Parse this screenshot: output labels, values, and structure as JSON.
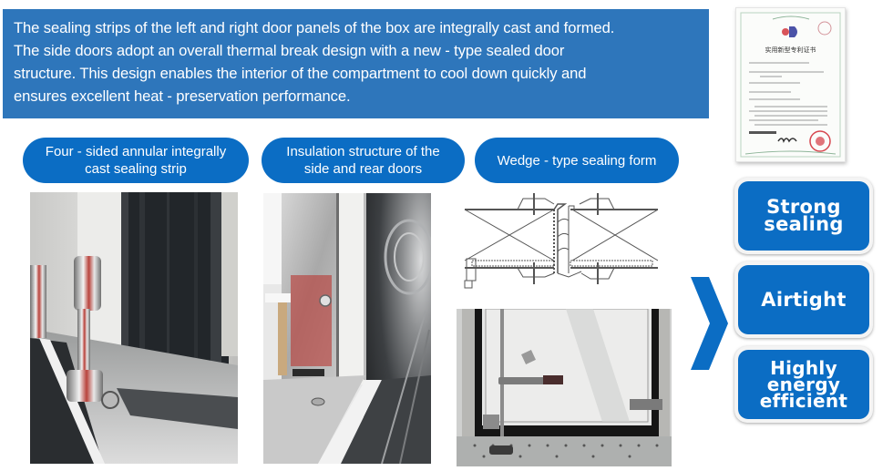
{
  "description": {
    "text": "The sealing strips of the left and right door panels of the box are integrally cast and formed. The side doors adopt an overall thermal break design with a new - type sealed door structure. This design enables the interior of the compartment to cool down quickly and ensures excellent heat - preservation performance.",
    "lines": [
      "The sealing strips of the left and right door panels of the box are integrally cast and formed.",
      "The side doors adopt an overall thermal break design with a new - type sealed door",
      "structure. This design enables the interior of the compartment to cool down quickly and",
      "ensures excellent heat - preservation performance."
    ]
  },
  "sections": [
    {
      "label_lines": [
        "Four - sided annular integrally",
        "cast sealing strip"
      ],
      "image": "photo: chrome door hinge with black rubber sealing strip at door bottom"
    },
    {
      "label_lines": [
        "Insulation structure of the",
        "side and rear doors"
      ],
      "image": "photo: stainless steel door frame edge with insulated compartment interior"
    },
    {
      "label_lines": [
        "Wedge - type sealing form"
      ],
      "image": "diagram: cross-section of two insulated door panels with wedge seal profile",
      "image2": "photo: white door panel with black seal frame, latch and lock bar"
    }
  ],
  "certificate": {
    "title": "实用新型专利证书",
    "image": "utility model patent certificate with red seal"
  },
  "features": [
    {
      "lines": [
        "Strong",
        "sealing"
      ]
    },
    {
      "lines": [
        "Airtight"
      ]
    },
    {
      "lines": [
        "Highly",
        "energy",
        "efficient"
      ]
    }
  ],
  "colors": {
    "description_bg": "#2e76bb",
    "accent_blue": "#0b6dc4",
    "text_on_blue": "#ffffff"
  },
  "icons": {
    "arrow": "chevron-right-icon"
  }
}
